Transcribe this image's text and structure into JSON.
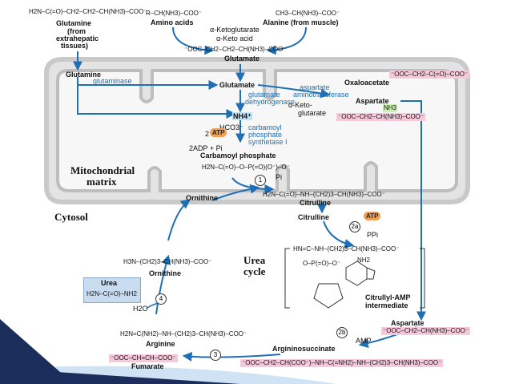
{
  "top": {
    "glutamine_formula": "H2N–C(=O)–CH2–CH2–CH(NH3)–COO⁻",
    "glutamine_label": "Glutamine",
    "glutamine_note1": "(from",
    "glutamine_note2": "extrahepatic",
    "glutamine_note3": "tissues)",
    "amino_formula": "R–CH(NH3)–COO⁻",
    "amino_label": "Amino acids",
    "alanine_formula": "CH3–CH(NH3)–COO⁻",
    "alanine_label": "Alanine (from muscle)",
    "aketoglutarate": "α-Ketoglutarate",
    "aketoacid": "α-Keto acid",
    "glutamate_formula": "⁻OOC–CH2–CH2–CH(NH3)–COO⁻",
    "glutamate_label": "Glutamate"
  },
  "mito": {
    "glutamine": "Glutamine",
    "glutaminase": "glutaminase",
    "glutamate": "Glutamate",
    "oxaloacetate": "Oxaloacetate",
    "oxaloacetate_formula": "⁻OOC–CH2–C(=O)–COO⁻",
    "asp_amino_1": "aspartate",
    "asp_amino_2": "aminotransferase",
    "aspartate": "Aspartate",
    "aspartate_formula": "⁻OOC–CH2–CH(NH3)–COO⁻",
    "nh3": "NH3",
    "glu_dh_1": "glutamate",
    "glu_dh_2": "dehydrogenase",
    "aketo_1": "α-Keto-",
    "aketo_2": "glutarate",
    "nh4": "NH4⁺",
    "hco3": "HCO3⁻",
    "atp_2": "2",
    "atp": "ATP",
    "cps_1": "carbamoyl",
    "cps_2": "phosphate",
    "cps_3": "synthetase I",
    "adp": "2ADP + Pi",
    "carbamoyl_phosphate": "Carbamoyl phosphate",
    "cp_formula": "H2N–C(=O)–O–P(=O)(O⁻)–O⁻",
    "matrix_1": "Mitochondrial",
    "matrix_2": "matrix",
    "step1": "1",
    "pi": "Pi",
    "ornithine_mito": "Ornithine",
    "citrulline_formula": "H2N–C(=O)–NH–(CH2)3–CH(NH3)–COO⁻",
    "citrulline_mito": "Citrulline"
  },
  "cytosol": {
    "label": "Cytosol",
    "citrulline": "Citrulline",
    "atp": "ATP",
    "step2a": "2a",
    "ppi": "PPi",
    "citrullyl_formula": "HN=C–NH–(CH2)3–CH(NH3)–COO⁻",
    "amp_note1": "O–P(=O)–O⁻",
    "citrullyl_label1": "Citrullyl-AMP",
    "citrullyl_label2": "intermediate",
    "adenine": "NH2",
    "urea_cycle_1": "Urea",
    "urea_cycle_2": "cycle",
    "ornithine_formula": "H3N–(CH2)3–CH(NH3)–COO⁻",
    "ornithine": "Ornithine",
    "urea_title": "Urea",
    "urea_formula": "H2N–C(=O)–NH2",
    "step4": "4",
    "h2o": "H2O",
    "arginine_formula": "H2N=C(NH2)–NH–(CH2)3–CH(NH3)–COO⁻",
    "arginine": "Arginine",
    "step3": "3",
    "fumarate_formula": "⁻OOC–CH=CH–COO⁻",
    "fumarate": "Fumarate",
    "aspartate": "Aspartate",
    "aspartate_formula": "⁻OOC–CH2–CH(NH3)–COO⁻",
    "step2b": "2b",
    "amp": "AMP",
    "argininosuccinate": "Argininosuccinate",
    "argsucc_formula": "⁻OOC–CH2–CH(COO⁻)–NH–C(=NH2)–NH–(CH2)3–CH(NH3)–COO⁻"
  },
  "colors": {
    "arrow": "#1f6fb5",
    "membrane": "#c9c9c9",
    "pink": "#f6c9da",
    "navy": "#1b2d5a",
    "light_blue": "#cfe3f5"
  }
}
